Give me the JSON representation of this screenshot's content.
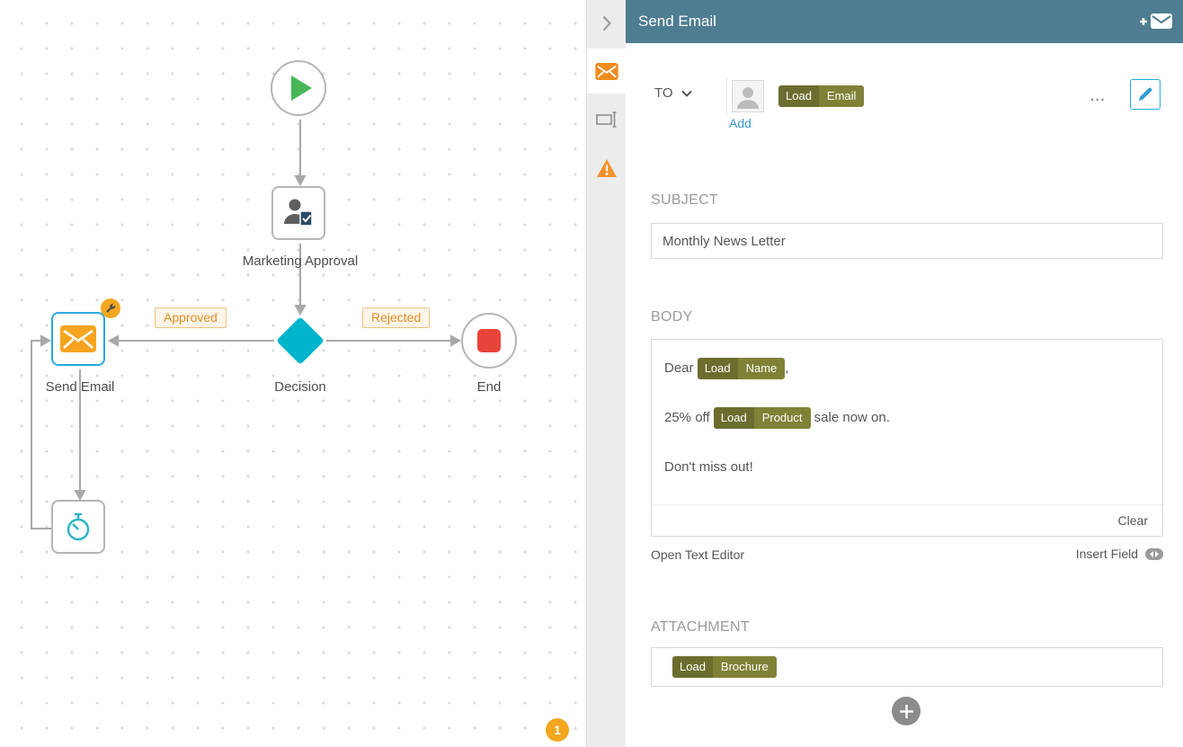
{
  "header": {
    "title": "Send Email"
  },
  "canvas": {
    "nodes": [
      {
        "id": "start",
        "type": "start",
        "label": ""
      },
      {
        "id": "marketing-approval",
        "type": "approval-task",
        "label": "Marketing Approval"
      },
      {
        "id": "decision",
        "type": "decision",
        "label": "Decision"
      },
      {
        "id": "send-email",
        "type": "send-email",
        "label": "Send Email",
        "selected": true
      },
      {
        "id": "end",
        "type": "end",
        "label": "End"
      },
      {
        "id": "timer",
        "type": "timer",
        "label": ""
      }
    ],
    "edges": [
      {
        "from": "start",
        "to": "marketing-approval",
        "label": ""
      },
      {
        "from": "marketing-approval",
        "to": "decision",
        "label": ""
      },
      {
        "from": "decision",
        "to": "send-email",
        "label": "Approved"
      },
      {
        "from": "decision",
        "to": "end",
        "label": "Rejected"
      },
      {
        "from": "send-email",
        "to": "timer",
        "label": ""
      },
      {
        "from": "timer",
        "to": "send-email",
        "label": ""
      }
    ],
    "notification_badge": "1"
  },
  "panel": {
    "to": {
      "label": "TO",
      "token": {
        "action": "Load",
        "value": "Email"
      },
      "more": "...",
      "add": "Add"
    },
    "subject": {
      "label": "SUBJECT",
      "value": "Monthly News Letter"
    },
    "body": {
      "label": "BODY",
      "line1": {
        "pre": "Dear ",
        "tag": {
          "action": "Load",
          "value": "Name"
        },
        "post": ","
      },
      "line2": {
        "pre": "25% off ",
        "tag": {
          "action": "Load",
          "value": "Product"
        },
        "post": " sale now on."
      },
      "line3": {
        "text": "Don't miss out!"
      },
      "clear": "Clear",
      "open_text_editor": "Open Text Editor",
      "insert_field": "Insert Field"
    },
    "attachment": {
      "label": "ATTACHMENT",
      "token": {
        "action": "Load",
        "value": "Brochure"
      }
    }
  },
  "icons": {
    "collapse": "chevron-right",
    "email_tab": "envelope",
    "field_tab": "text-field",
    "warning_tab": "warning-triangle",
    "to_dropdown": "chevron-down",
    "avatar": "person-placeholder",
    "edit": "pencil",
    "more": "ellipsis",
    "insert_field": "swap-arrows",
    "header_add": "add-email-item",
    "wrench_badge": "wrench",
    "add_attachment": "plus-circle",
    "start": "play",
    "timer": "stopwatch"
  },
  "colors": {
    "header_teal": "#4e7d91",
    "accent_orange": "#f2a71f",
    "selected_blue": "#29a9e0",
    "tag_action_olive": "#6b6d2e",
    "tag_value_olive": "#7f8236",
    "decision_teal": "#00b5cb",
    "end_red": "#e8443a",
    "start_green": "#48b758",
    "link_blue": "#3a9bd5"
  }
}
